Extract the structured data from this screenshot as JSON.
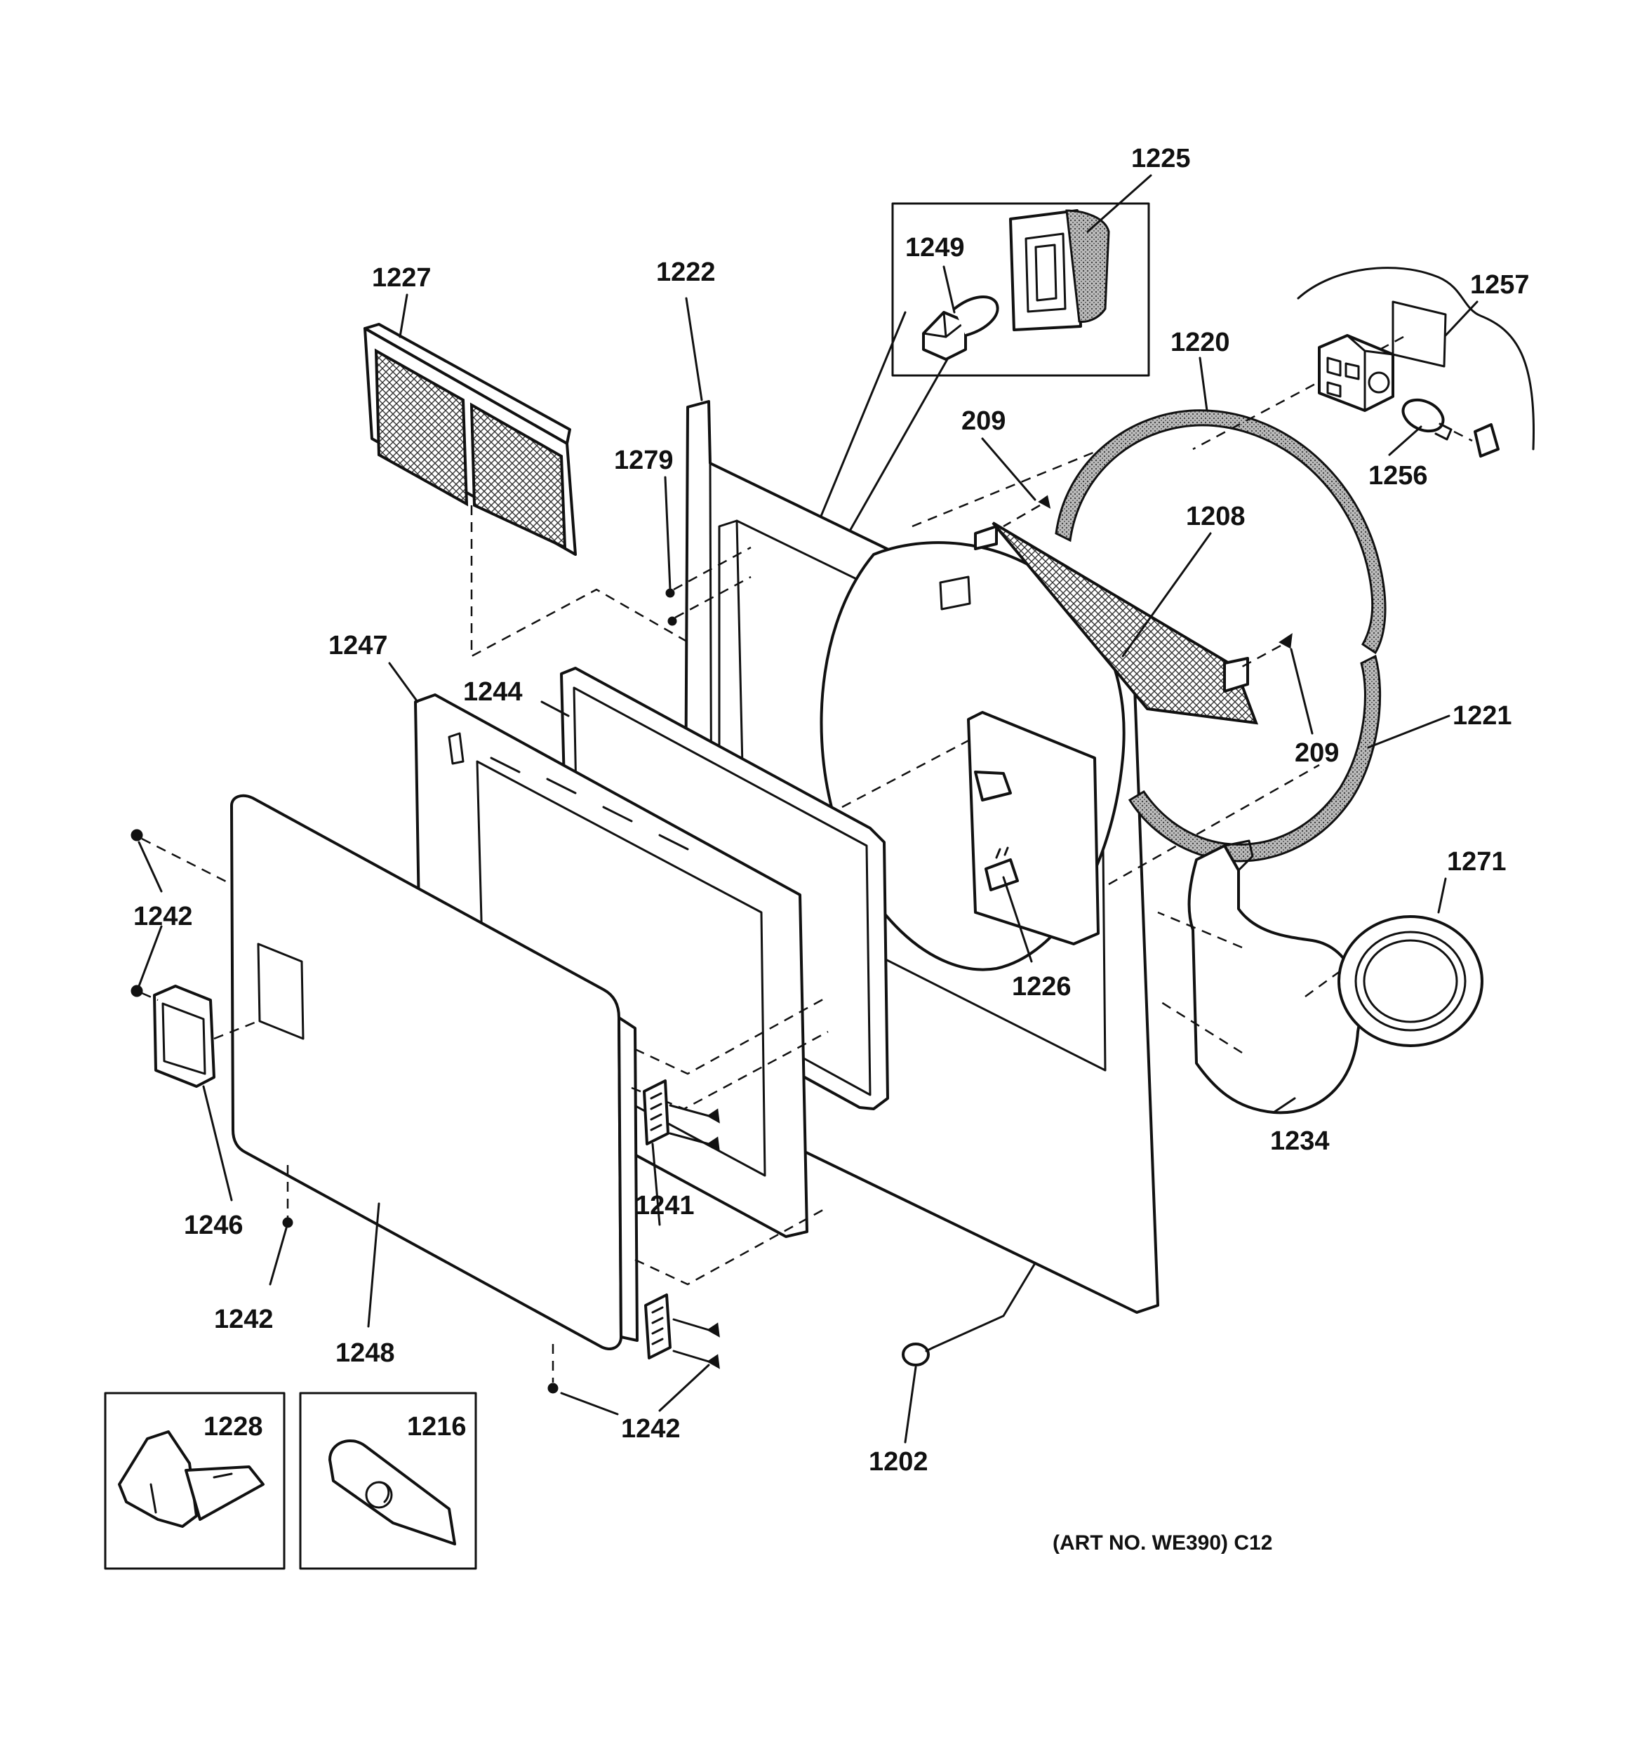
{
  "callouts": {
    "c1225": "1225",
    "c1249": "1249",
    "c1227": "1227",
    "c1222": "1222",
    "c1257": "1257",
    "c1220": "1220",
    "c209a": "209",
    "c1279": "1279",
    "c1256": "1256",
    "c1208": "1208",
    "c1247": "1247",
    "c1244": "1244",
    "c209b": "209",
    "c1221": "1221",
    "c1271": "1271",
    "c1242a": "1242",
    "c1226": "1226",
    "c1246": "1246",
    "c1241": "1241",
    "c1234": "1234",
    "c1242b": "1242",
    "c1248": "1248",
    "c1242c": "1242",
    "c1228": "1228",
    "c1216": "1216",
    "c1202": "1202"
  },
  "caption": "(ART NO. WE390) C12"
}
